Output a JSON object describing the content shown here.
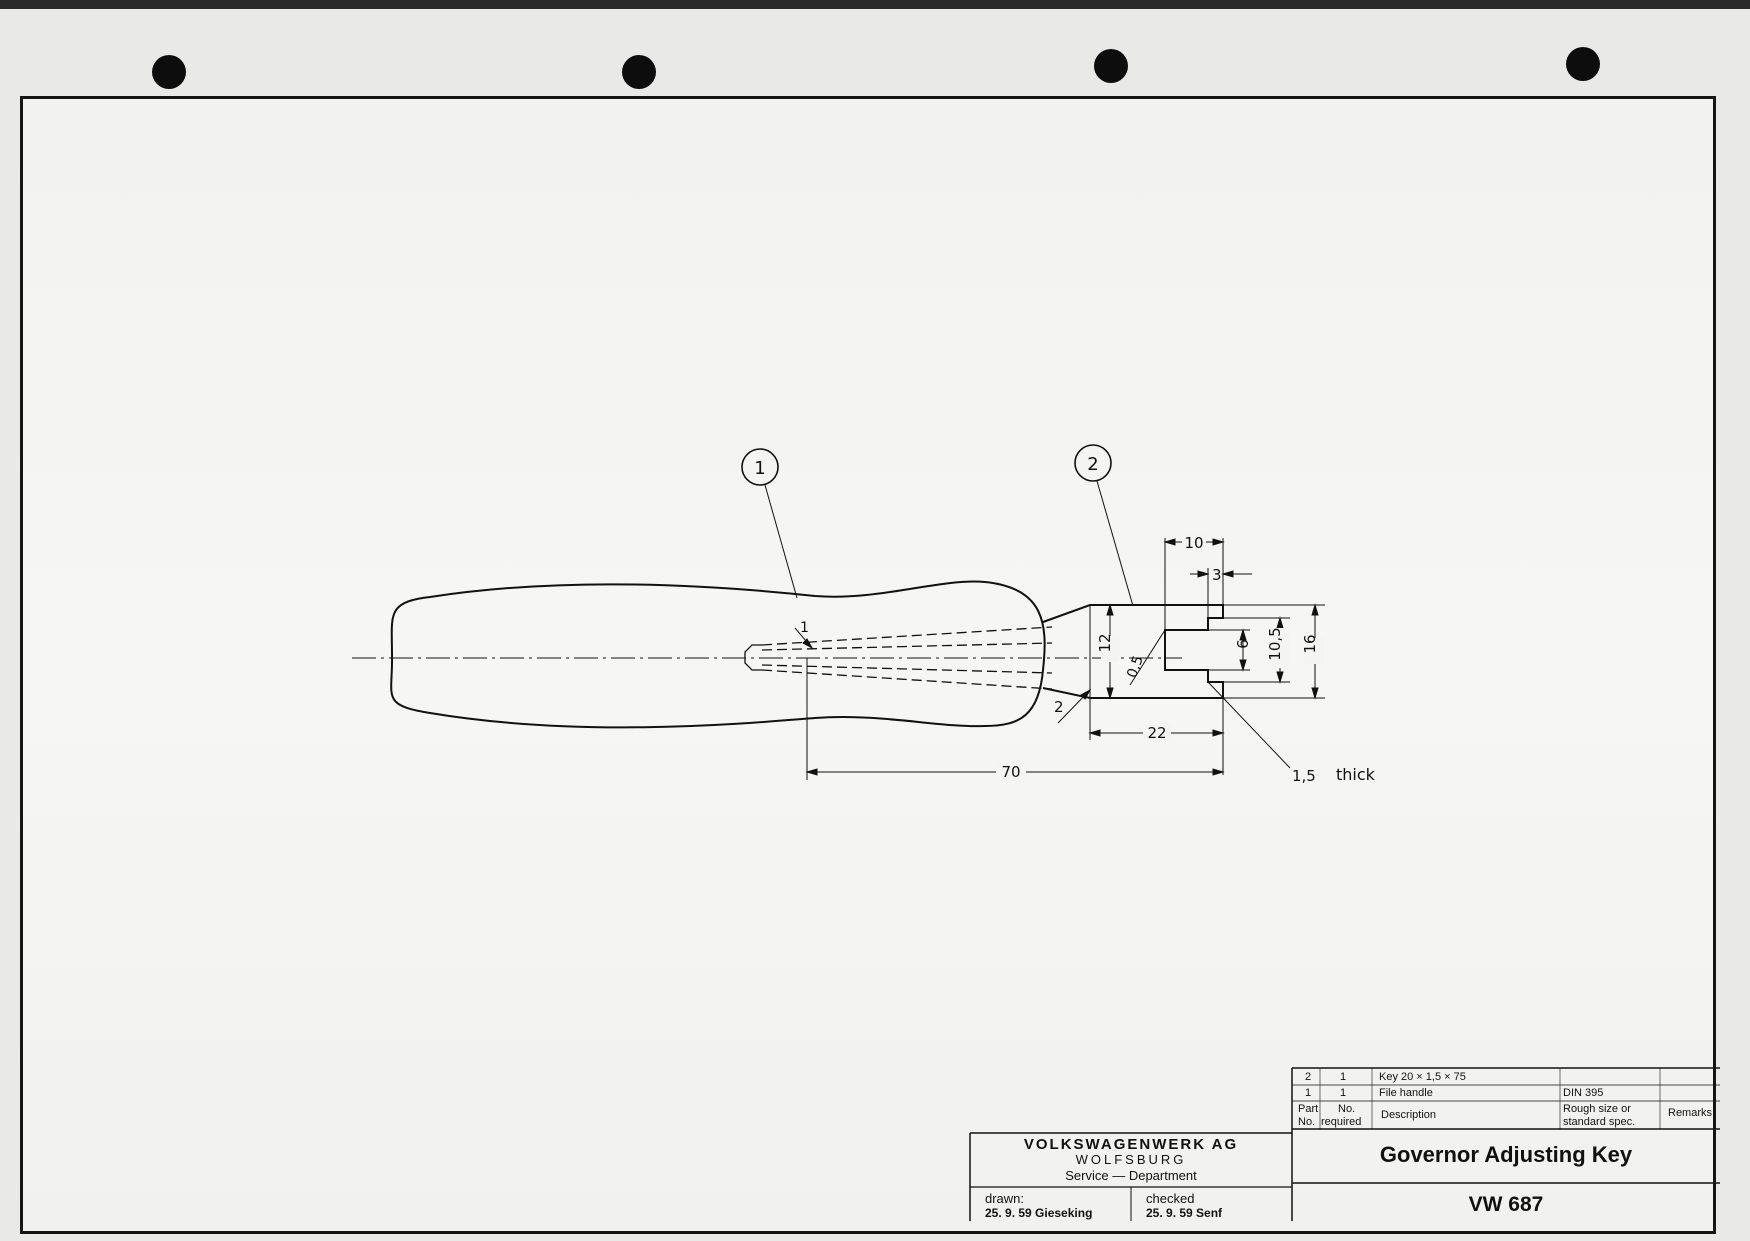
{
  "drawing": {
    "balloons": [
      {
        "id": "balloon-1",
        "label": "1"
      },
      {
        "id": "balloon-2",
        "label": "2"
      }
    ],
    "dimensions": {
      "d10": "10",
      "d3": "3",
      "d12": "12",
      "d6": "6",
      "d10_5": "10,5",
      "d16": "16",
      "d0_5": "0,5",
      "d1": "1",
      "d2": "2",
      "d22": "22",
      "d70": "70",
      "d1_5": "1,5",
      "thick": "thick"
    }
  },
  "parts_list": {
    "rows": [
      {
        "part_no": "2",
        "qty": "1",
        "description": "Key 20 × 1,5 × 75",
        "spec": "",
        "remarks": ""
      },
      {
        "part_no": "1",
        "qty": "1",
        "description": "File handle",
        "spec": "DIN 395",
        "remarks": ""
      }
    ],
    "header": {
      "part_no_1": "Part",
      "part_no_2": "No.",
      "qty_1": "No.",
      "qty_2": "required",
      "description": "Description",
      "spec_1": "Rough size or",
      "spec_2": "standard spec.",
      "remarks": "Remarks"
    }
  },
  "title_block": {
    "company": "VOLKSWAGENWERK AG",
    "city": "WOLFSBURG",
    "department": "Service — Department",
    "drawn_label": "drawn:",
    "drawn_value": "25. 9. 59 Gieseking",
    "checked_label": "checked",
    "checked_value": "25. 9. 59 Senf",
    "title": "Governor Adjusting Key",
    "number": "VW 687"
  },
  "colors": {
    "ink": "#111111",
    "paper": "#f4f4f2"
  }
}
